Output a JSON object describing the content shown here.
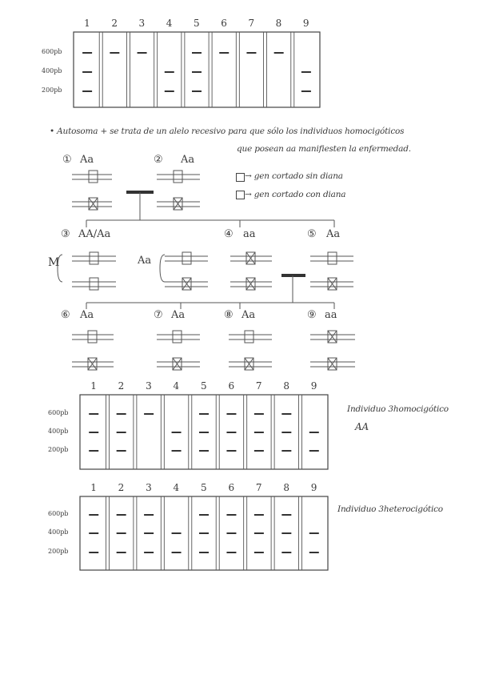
{
  "gel1": {
    "lanes": [
      "1",
      "2",
      "3",
      "4",
      "5",
      "6",
      "7",
      "8",
      "9"
    ],
    "sizes": [
      "600pb",
      "400pb",
      "200pb"
    ],
    "bands": [
      [
        1,
        1,
        1
      ],
      [
        1,
        0,
        0
      ],
      [
        1,
        0,
        0
      ],
      [
        0,
        1,
        1
      ],
      [
        1,
        1,
        1
      ],
      [
        1,
        0,
        0
      ],
      [
        1,
        0,
        0
      ],
      [
        1,
        0,
        0
      ],
      [
        0,
        1,
        1
      ]
    ]
  },
  "note": {
    "line1": "• Autosoma + se trata de un alelo recesivo para que sólo los individuos homocigóticos",
    "line2": "que posean aa manifiesten la enfermedad."
  },
  "legend": {
    "open": "→ gen cortado sin diana",
    "cut": "→ gen cortado con diana"
  },
  "pedigree": {
    "gen1": [
      {
        "num": "①",
        "geno": "Aa"
      },
      {
        "num": "②",
        "geno": "Aa"
      }
    ],
    "gen2": [
      {
        "num": "③",
        "geno": "AA/Aa"
      },
      {
        "num": "④",
        "geno": "aa"
      },
      {
        "num": "⑤",
        "geno": "Aa"
      }
    ],
    "alt_label_left": "M",
    "alt_label_mid": "Aa",
    "gen3": [
      {
        "num": "⑥",
        "geno": "Aa"
      },
      {
        "num": "⑦",
        "geno": "Aa"
      },
      {
        "num": "⑧",
        "geno": "Aa"
      },
      {
        "num": "⑨",
        "geno": "aa"
      }
    ]
  },
  "gel2": {
    "lanes": [
      "1",
      "2",
      "3",
      "4",
      "5",
      "6",
      "7",
      "8",
      "9"
    ],
    "sizes": [
      "600pb",
      "400pb",
      "200pb"
    ],
    "caption1": "Individuo 3homocigótico",
    "caption2": "AA",
    "bands": [
      [
        1,
        1,
        1
      ],
      [
        1,
        1,
        1
      ],
      [
        1,
        0,
        0
      ],
      [
        0,
        1,
        1
      ],
      [
        1,
        1,
        1
      ],
      [
        1,
        1,
        1
      ],
      [
        1,
        1,
        1
      ],
      [
        1,
        1,
        1
      ],
      [
        0,
        1,
        1
      ]
    ]
  },
  "gel3": {
    "lanes": [
      "1",
      "2",
      "3",
      "4",
      "5",
      "6",
      "7",
      "8",
      "9"
    ],
    "sizes": [
      "600pb",
      "400pb",
      "200pb"
    ],
    "caption1": "Individuo 3heterocigótico",
    "bands": [
      [
        1,
        1,
        1
      ],
      [
        1,
        1,
        1
      ],
      [
        1,
        1,
        1
      ],
      [
        0,
        1,
        1
      ],
      [
        1,
        1,
        1
      ],
      [
        1,
        1,
        1
      ],
      [
        1,
        1,
        1
      ],
      [
        1,
        1,
        1
      ],
      [
        0,
        1,
        1
      ]
    ]
  }
}
